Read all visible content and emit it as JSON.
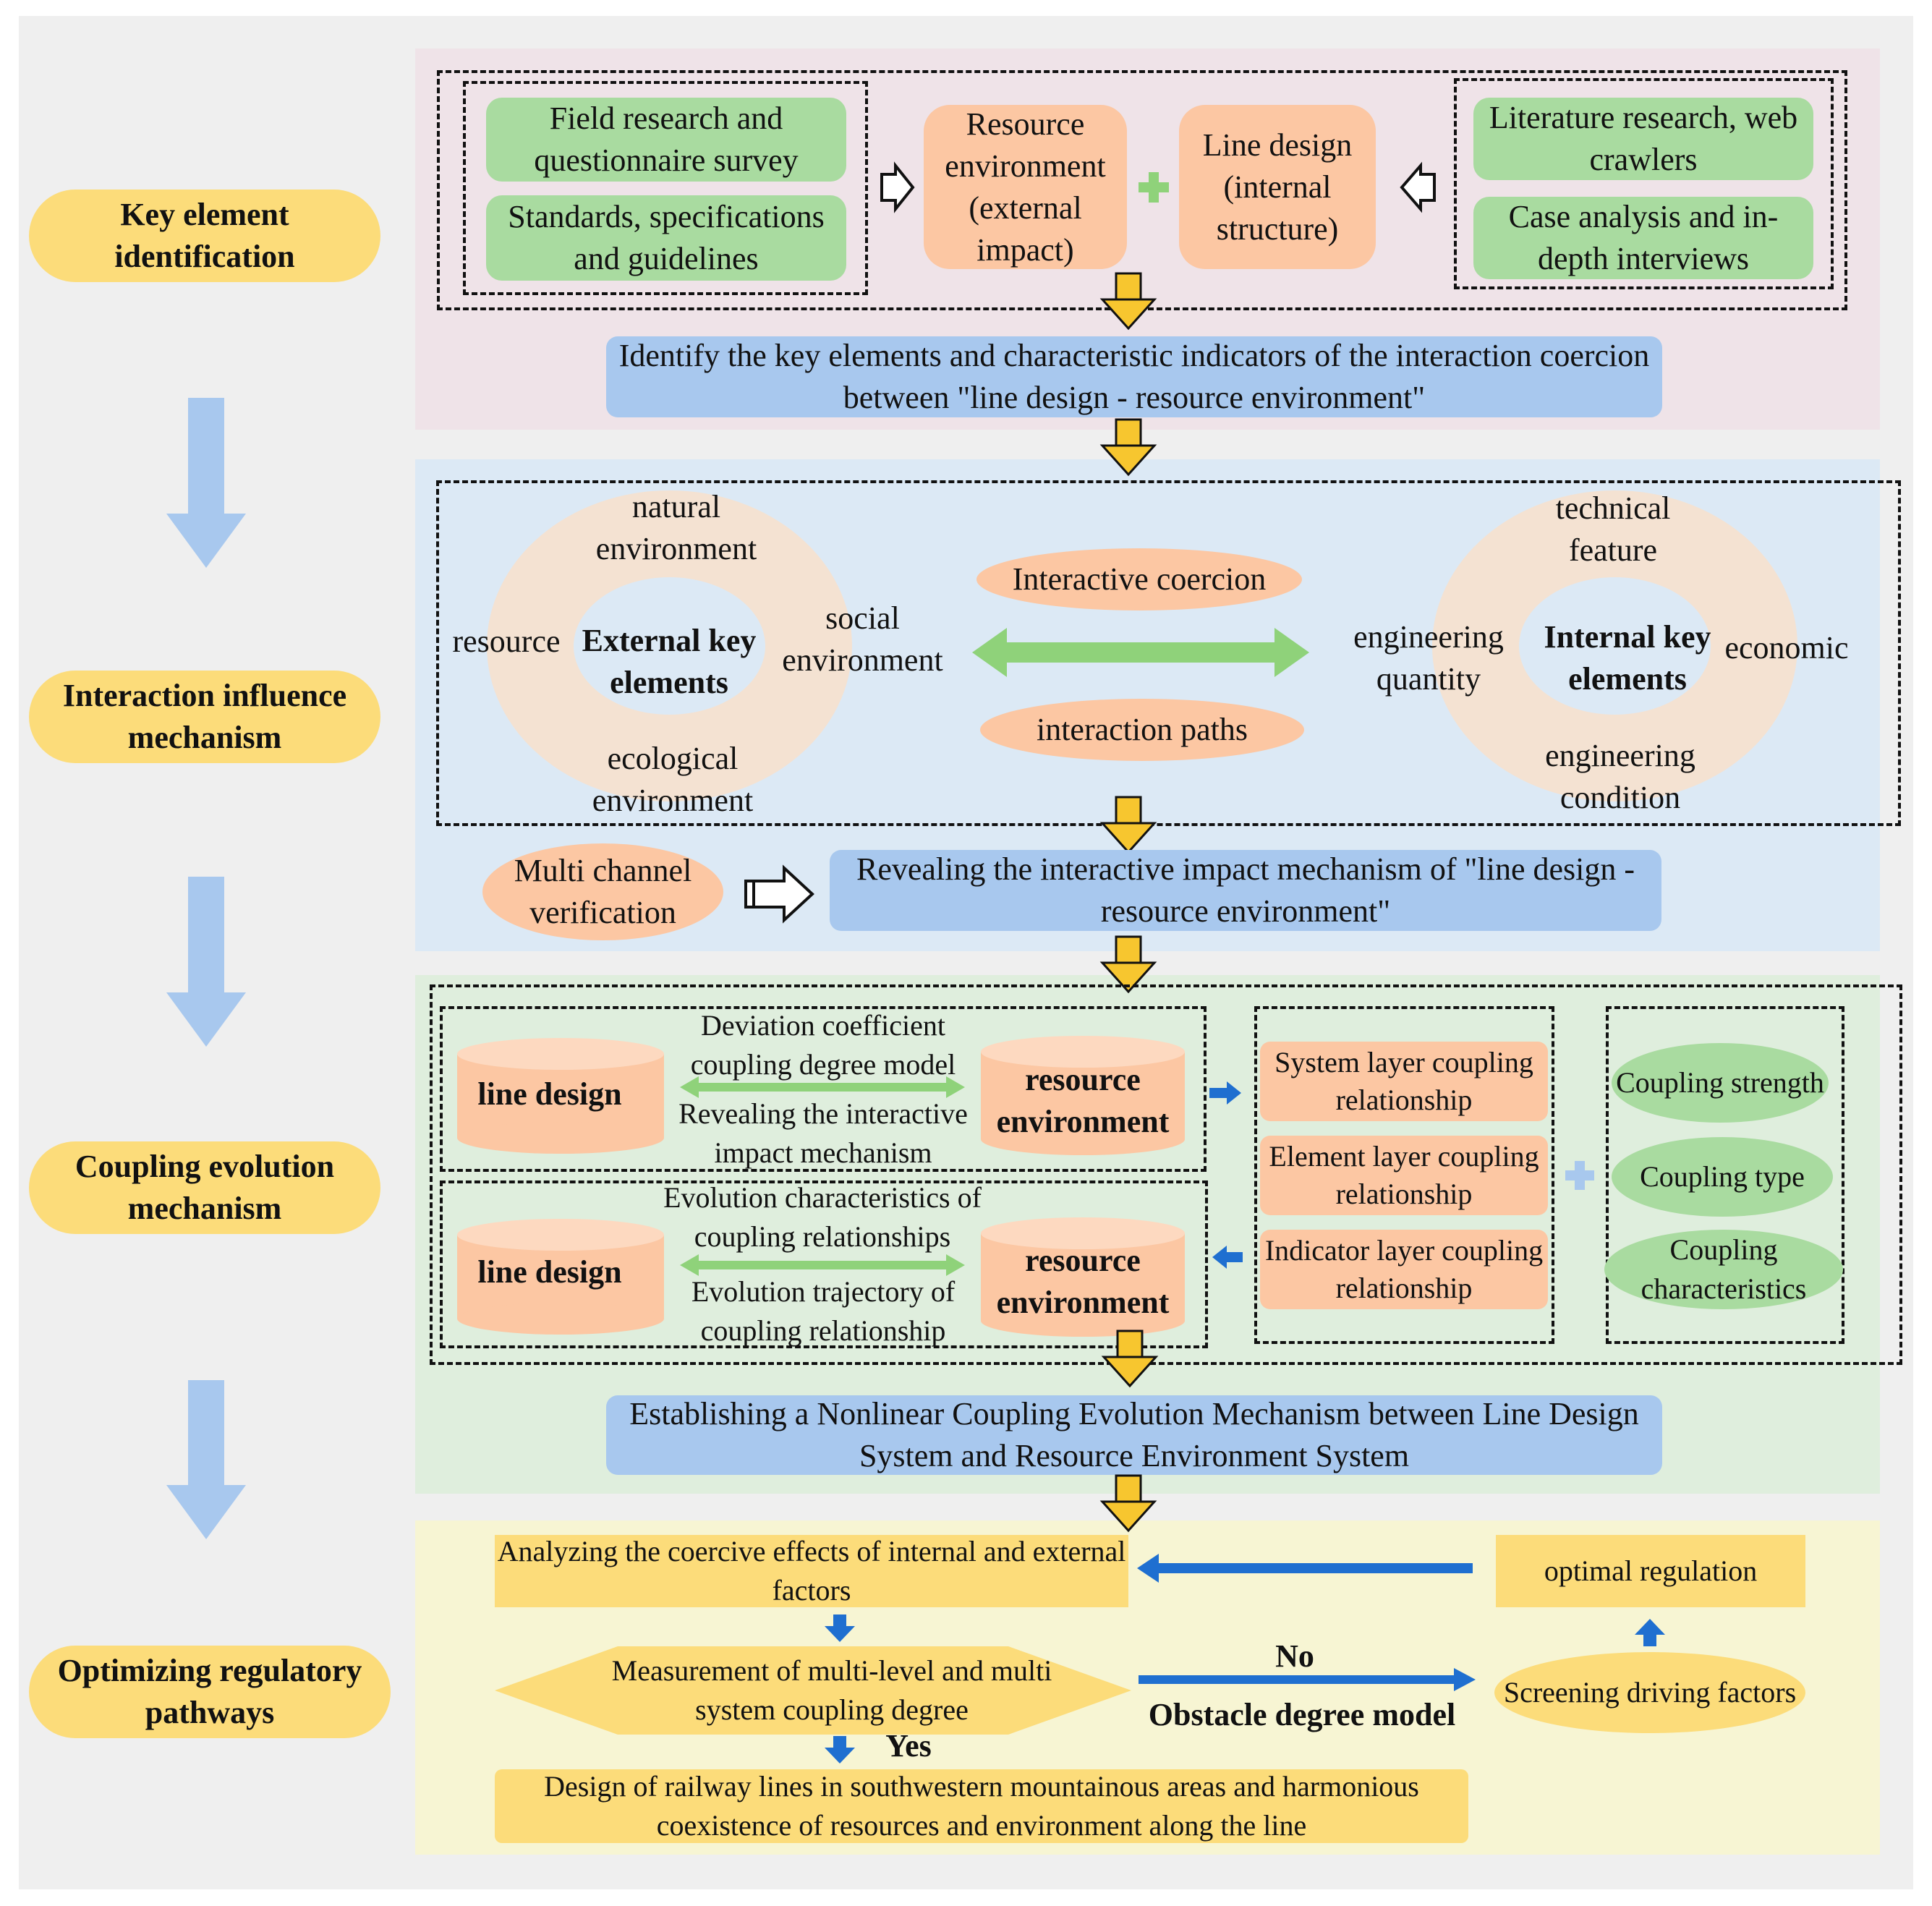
{
  "stages": [
    "Key element identification",
    "Interaction influence mechanism",
    "Coupling evolution mechanism",
    "Optimizing regulatory pathways"
  ],
  "section1": {
    "left_sources": [
      "Field research and questionnaire survey",
      "Standards, specifications and guidelines"
    ],
    "resource_env": "Resource environment (external impact)",
    "line_design": "Line design (internal structure)",
    "right_sources": [
      "Literature research, web crawlers",
      "Case analysis and in-depth interviews"
    ],
    "result": "Identify the key elements and characteristic indicators of the interaction coercion between \"line design - resource environment\""
  },
  "section2": {
    "external": {
      "center": "External key elements",
      "top": "natural environment",
      "left": "resource",
      "right": "social environment",
      "bottom": "ecological environment"
    },
    "interactive_coercion": "Interactive coercion",
    "interaction_paths": "interaction paths",
    "internal": {
      "center": "Internal key elements",
      "top": "technical feature",
      "left": "engineering quantity",
      "right": "economic",
      "bottom": "engineering condition"
    },
    "verification": "Multi channel verification",
    "result": "Revealing the interactive impact mechanism of \"line design - resource environment\""
  },
  "section3": {
    "upper": {
      "line_design": "line design",
      "resource_env": "resource environment",
      "top_text": "Deviation coefficient coupling degree model",
      "bottom_text": "Revealing the interactive impact mechanism"
    },
    "lower": {
      "line_design": "line design",
      "resource_env": "resource environment",
      "top_text": "Evolution characteristics of coupling relationships",
      "bottom_text": "Evolution trajectory of coupling relationship"
    },
    "layers": [
      "System layer coupling relationship",
      "Element layer coupling relationship",
      "Indicator layer coupling relationship"
    ],
    "coupling": [
      "Coupling strength",
      "Coupling type",
      "Coupling characteristics"
    ],
    "result": "Establishing a Nonlinear Coupling Evolution Mechanism between Line Design System and Resource Environment System"
  },
  "section4": {
    "analyze": "Analyzing the coercive effects of internal and external factors",
    "optimal": "optimal regulation",
    "measure": "Measurement of multi-level and multi system coupling degree",
    "no": "No",
    "obstacle": "Obstacle degree model",
    "screening": "Screening driving factors",
    "yes": "Yes",
    "final": "Design of railway lines in southwestern mountainous areas and harmonious coexistence of resources and environment along the line"
  },
  "colors": {
    "stage": "#fcdc7a",
    "green": "#a9dba0",
    "orange": "#fcc7a3",
    "blue": "#a8c8ee",
    "arrow_blue": "#1f6fd0",
    "down_arrow": "#a8c8ee",
    "yellow_arrow": "#f7c62f"
  }
}
